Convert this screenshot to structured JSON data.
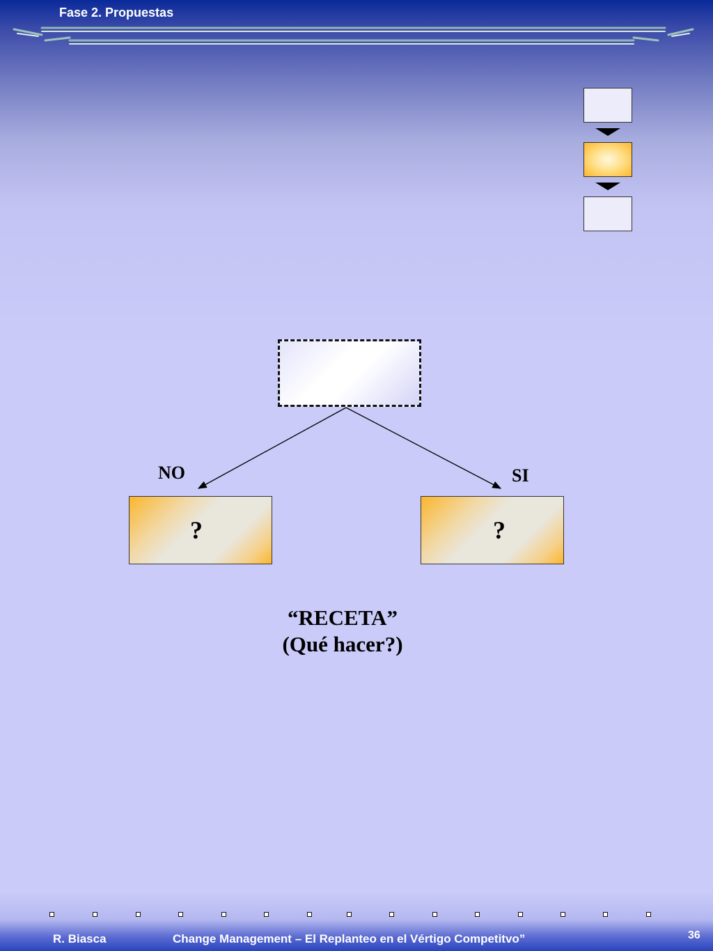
{
  "header": {
    "title": "Fase 2. Propuestas"
  },
  "diagram": {
    "branch_no_label": "NO",
    "branch_si_label": "SI",
    "left_box_text": "?",
    "right_box_text": "?",
    "recipe_line1": "“RECETA”",
    "recipe_line2": "(Qué hacer?)"
  },
  "footer": {
    "author": "R. Biasca",
    "course_title": "Change Management – El Replanteo en el Vértigo Competitvo”",
    "page_number": "36"
  },
  "colors": {
    "accent_orange": "#fbb62c",
    "background": "#cbcbfa",
    "header_blue": "#0a2a9a"
  }
}
